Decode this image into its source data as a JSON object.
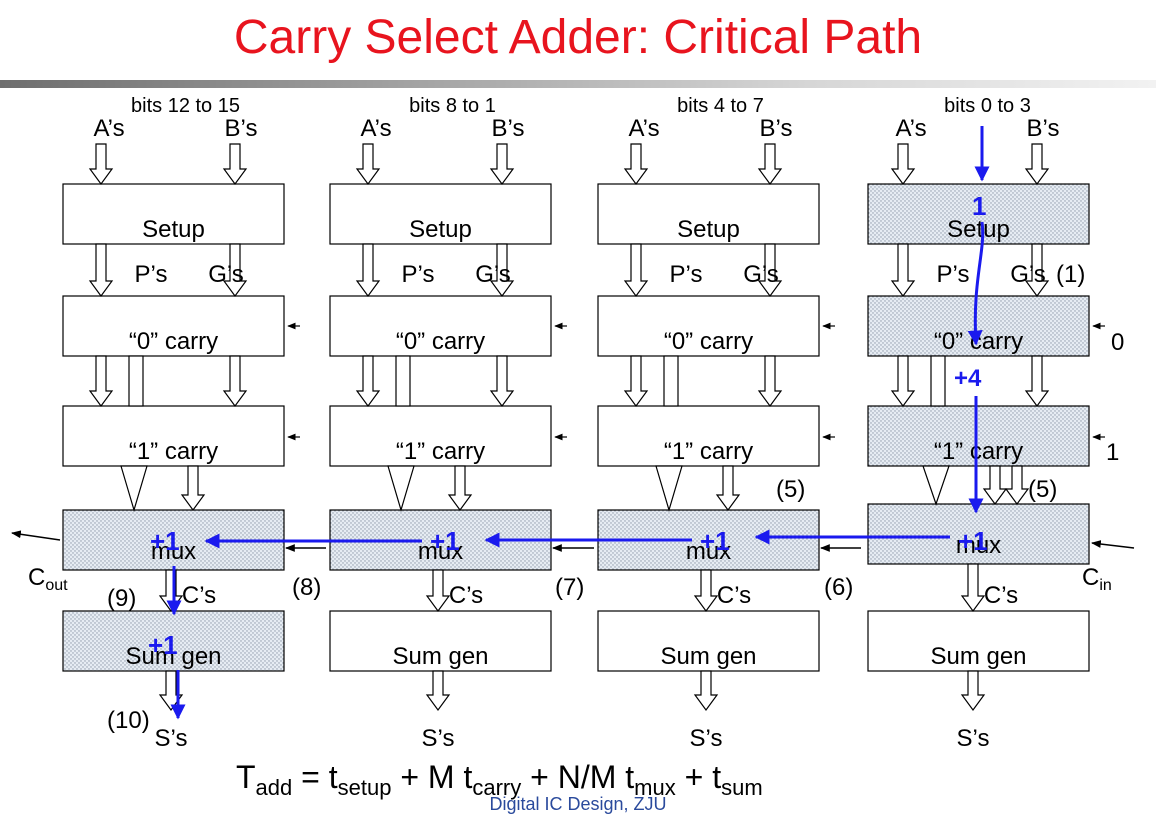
{
  "title": "Carry Select Adder: Critical Path",
  "accent_color": "#e8141e",
  "path_color": "#1a1aee",
  "columns": [
    {
      "bits": "bits 12 to 15",
      "a": "A’s",
      "b": "B’s",
      "setup": "Setup",
      "p": "P’s",
      "g": "G’s",
      "carry0": "“0” carry",
      "carry1": "“1” carry",
      "mux": "mux",
      "c": "C’s",
      "sumgen": "Sum gen",
      "s": "S’s"
    },
    {
      "bits": "bits 8 to 1",
      "a": "A’s",
      "b": "B’s",
      "setup": "Setup",
      "p": "P’s",
      "g": "G’s",
      "carry0": "“0” carry",
      "carry1": "“1” carry",
      "mux": "mux",
      "c": "C’s",
      "sumgen": "Sum gen",
      "s": "S’s"
    },
    {
      "bits": "bits 4 to 7",
      "a": "A’s",
      "b": "B’s",
      "setup": "Setup",
      "p": "P’s",
      "g": "G’s",
      "carry0": "“0” carry",
      "carry1": "“1” carry",
      "mux": "mux",
      "c": "C’s",
      "sumgen": "Sum gen",
      "s": "S’s"
    },
    {
      "bits": "bits 0 to 3",
      "a": "A’s",
      "b": "B’s",
      "setup": "Setup",
      "p": "P’s",
      "g": "G’s",
      "carry0": "“0” carry",
      "carry1": "“1” carry",
      "mux": "mux",
      "c": "C’s",
      "sumgen": "Sum gen",
      "s": "S’s"
    }
  ],
  "carry_inputs": {
    "zero": "0",
    "one": "1"
  },
  "c_out": {
    "main": "C",
    "sub": "out"
  },
  "c_in": {
    "main": "C",
    "sub": "in"
  },
  "step_labels": {
    "s1": "(1)",
    "s5a": "(5)",
    "s5b": "(5)",
    "s6": "(6)",
    "s7": "(7)",
    "s8": "(8)",
    "s9": "(9)",
    "s10": "(10)"
  },
  "delays": {
    "setup": "1",
    "carry": "+4",
    "mux": "+1",
    "sum": "+1"
  },
  "formula": {
    "t": "T",
    "add": "add",
    "eq": " = t",
    "setup": "setup",
    "plus_m": " + M t",
    "carry": "carry",
    "plus_nm": " + N/M t",
    "mux": "mux",
    "plus_t": " + t",
    "sum": "sum"
  },
  "footer": "Digital IC Design, ZJU"
}
